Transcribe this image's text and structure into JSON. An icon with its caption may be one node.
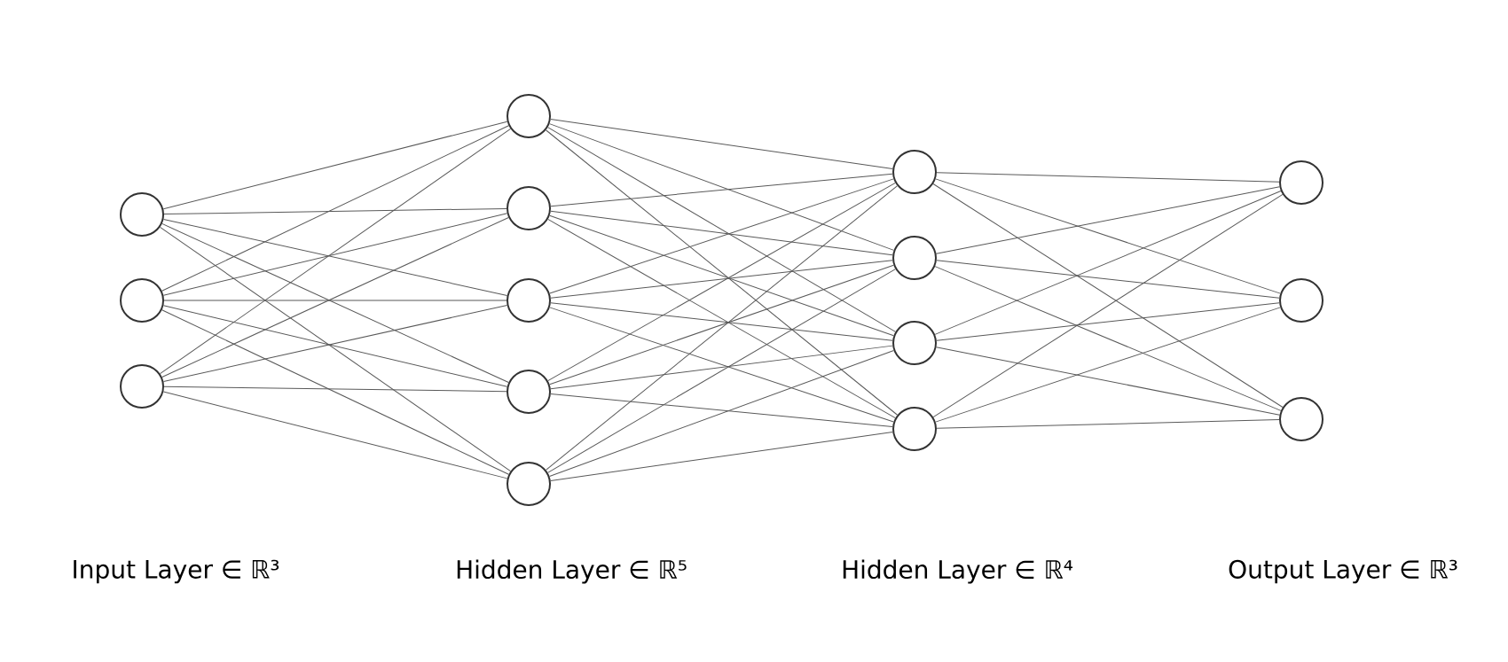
{
  "diagram": {
    "nodes": [
      {
        "text": [],
        "shape": "circle"
      },
      {
        "text": [],
        "shape": "circle"
      },
      {
        "text": [],
        "shape": "circle"
      },
      {
        "text": [],
        "shape": "circle"
      },
      {
        "text": [],
        "shape": "circle"
      },
      {
        "text": [],
        "shape": "circle"
      },
      {
        "text": [],
        "shape": "circle"
      },
      {
        "text": [],
        "shape": "circle"
      },
      {
        "text": [],
        "shape": "circle"
      },
      {
        "text": [],
        "shape": "circle"
      },
      {
        "text": [],
        "shape": "circle"
      },
      {
        "text": [],
        "shape": "circle"
      },
      {
        "text": [],
        "shape": "circle"
      },
      {
        "text": [],
        "shape": "circle"
      },
      {
        "text": [],
        "shape": "circle"
      }
    ],
    "edges": [
      {
        "from": 0,
        "to": 3,
        "arrow": "none"
      },
      {
        "from": 0,
        "to": 4,
        "arrow": "none"
      },
      {
        "from": 0,
        "to": 5,
        "arrow": "none"
      },
      {
        "from": 0,
        "to": 6,
        "arrow": "none"
      },
      {
        "from": 0,
        "to": 7,
        "arrow": "none"
      },
      {
        "from": 1,
        "to": 3,
        "arrow": "none"
      },
      {
        "from": 1,
        "to": 4,
        "arrow": "none"
      },
      {
        "from": 1,
        "to": 5,
        "arrow": "none"
      },
      {
        "from": 1,
        "to": 6,
        "arrow": "none"
      },
      {
        "from": 1,
        "to": 7,
        "arrow": "none"
      },
      {
        "from": 2,
        "to": 3,
        "arrow": "none"
      },
      {
        "from": 2,
        "to": 4,
        "arrow": "none"
      },
      {
        "from": 2,
        "to": 5,
        "arrow": "none"
      },
      {
        "from": 2,
        "to": 6,
        "arrow": "none"
      },
      {
        "from": 2,
        "to": 7,
        "arrow": "none"
      },
      {
        "from": 3,
        "to": 8,
        "arrow": "none"
      },
      {
        "from": 3,
        "to": 9,
        "arrow": "none"
      },
      {
        "from": 3,
        "to": 10,
        "arrow": "none"
      },
      {
        "from": 3,
        "to": 11,
        "arrow": "none"
      },
      {
        "from": 4,
        "to": 8,
        "arrow": "none"
      },
      {
        "from": 4,
        "to": 9,
        "arrow": "none"
      },
      {
        "from": 4,
        "to": 10,
        "arrow": "none"
      },
      {
        "from": 4,
        "to": 11,
        "arrow": "none"
      },
      {
        "from": 5,
        "to": 8,
        "arrow": "none"
      },
      {
        "from": 5,
        "to": 9,
        "arrow": "none"
      },
      {
        "from": 5,
        "to": 10,
        "arrow": "none"
      },
      {
        "from": 5,
        "to": 11,
        "arrow": "none"
      },
      {
        "from": 6,
        "to": 8,
        "arrow": "none"
      },
      {
        "from": 6,
        "to": 9,
        "arrow": "none"
      },
      {
        "from": 6,
        "to": 10,
        "arrow": "none"
      },
      {
        "from": 6,
        "to": 11,
        "arrow": "none"
      },
      {
        "from": 7,
        "to": 8,
        "arrow": "none"
      },
      {
        "from": 7,
        "to": 9,
        "arrow": "none"
      },
      {
        "from": 7,
        "to": 10,
        "arrow": "none"
      },
      {
        "from": 7,
        "to": 11,
        "arrow": "none"
      },
      {
        "from": 8,
        "to": 12,
        "arrow": "none"
      },
      {
        "from": 8,
        "to": 13,
        "arrow": "none"
      },
      {
        "from": 8,
        "to": 14,
        "arrow": "none"
      },
      {
        "from": 9,
        "to": 12,
        "arrow": "none"
      },
      {
        "from": 9,
        "to": 13,
        "arrow": "none"
      },
      {
        "from": 9,
        "to": 14,
        "arrow": "none"
      },
      {
        "from": 10,
        "to": 12,
        "arrow": "none"
      },
      {
        "from": 10,
        "to": 13,
        "arrow": "none"
      },
      {
        "from": 10,
        "to": 14,
        "arrow": "none"
      },
      {
        "from": 11,
        "to": 12,
        "arrow": "none"
      },
      {
        "from": 11,
        "to": 13,
        "arrow": "none"
      },
      {
        "from": 11,
        "to": 14,
        "arrow": "none"
      }
    ],
    "labels": [
      "Input Layer ∈ ℝ³",
      "Hidden Layer ∈ ℝ⁵",
      "Hidden Layer ∈ ℝ⁴",
      "Output Layer ∈ ℝ³"
    ]
  }
}
